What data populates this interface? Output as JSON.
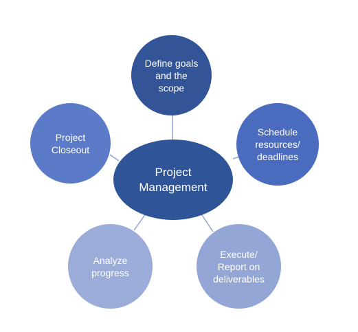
{
  "diagram": {
    "center": {
      "label": "Project\nManagement",
      "color": "#2f5598"
    },
    "nodes": [
      {
        "label": "Define goals\nand the\nscope",
        "color": "#335497"
      },
      {
        "label": "Schedule\nresources/\ndeadlines",
        "color": "#4b6bbf"
      },
      {
        "label": "Execute/\nReport on\ndeliverables",
        "color": "#93a6d5"
      },
      {
        "label": "Analyze\nprogress",
        "color": "#9cacd8"
      },
      {
        "label": "Project\nCloseout",
        "color": "#5b7ac8"
      }
    ],
    "connector_color": "#8fa3d3"
  }
}
